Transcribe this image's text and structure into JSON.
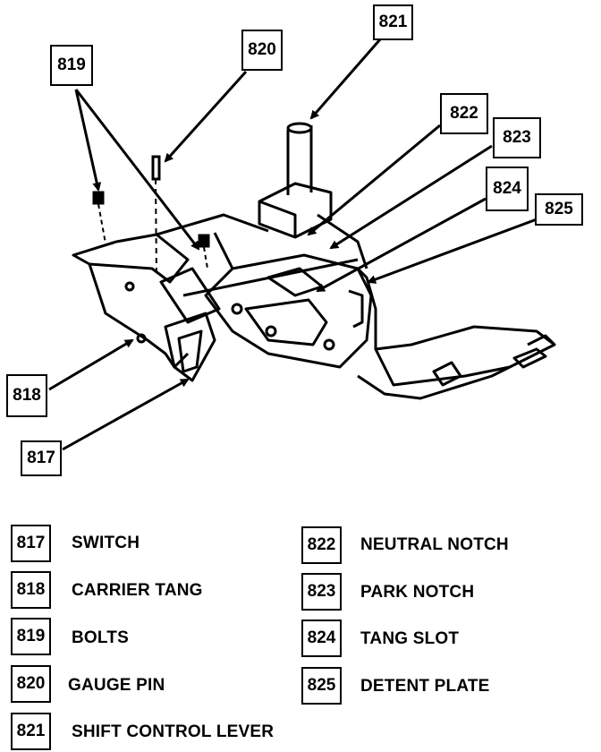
{
  "callouts": {
    "c817": "817",
    "c818": "818",
    "c819": "819",
    "c820": "820",
    "c821": "821",
    "c822": "822",
    "c823": "823",
    "c824": "824",
    "c825": "825"
  },
  "legend": [
    {
      "num": "817",
      "label": "SWITCH"
    },
    {
      "num": "818",
      "label": "CARRIER TANG"
    },
    {
      "num": "819",
      "label": "BOLTS"
    },
    {
      "num": "820",
      "label": "GAUGE PIN"
    },
    {
      "num": "821",
      "label": "SHIFT CONTROL LEVER"
    },
    {
      "num": "822",
      "label": "NEUTRAL NOTCH"
    },
    {
      "num": "823",
      "label": "PARK NOTCH"
    },
    {
      "num": "824",
      "label": "TANG SLOT"
    },
    {
      "num": "825",
      "label": "DETENT PLATE"
    }
  ]
}
